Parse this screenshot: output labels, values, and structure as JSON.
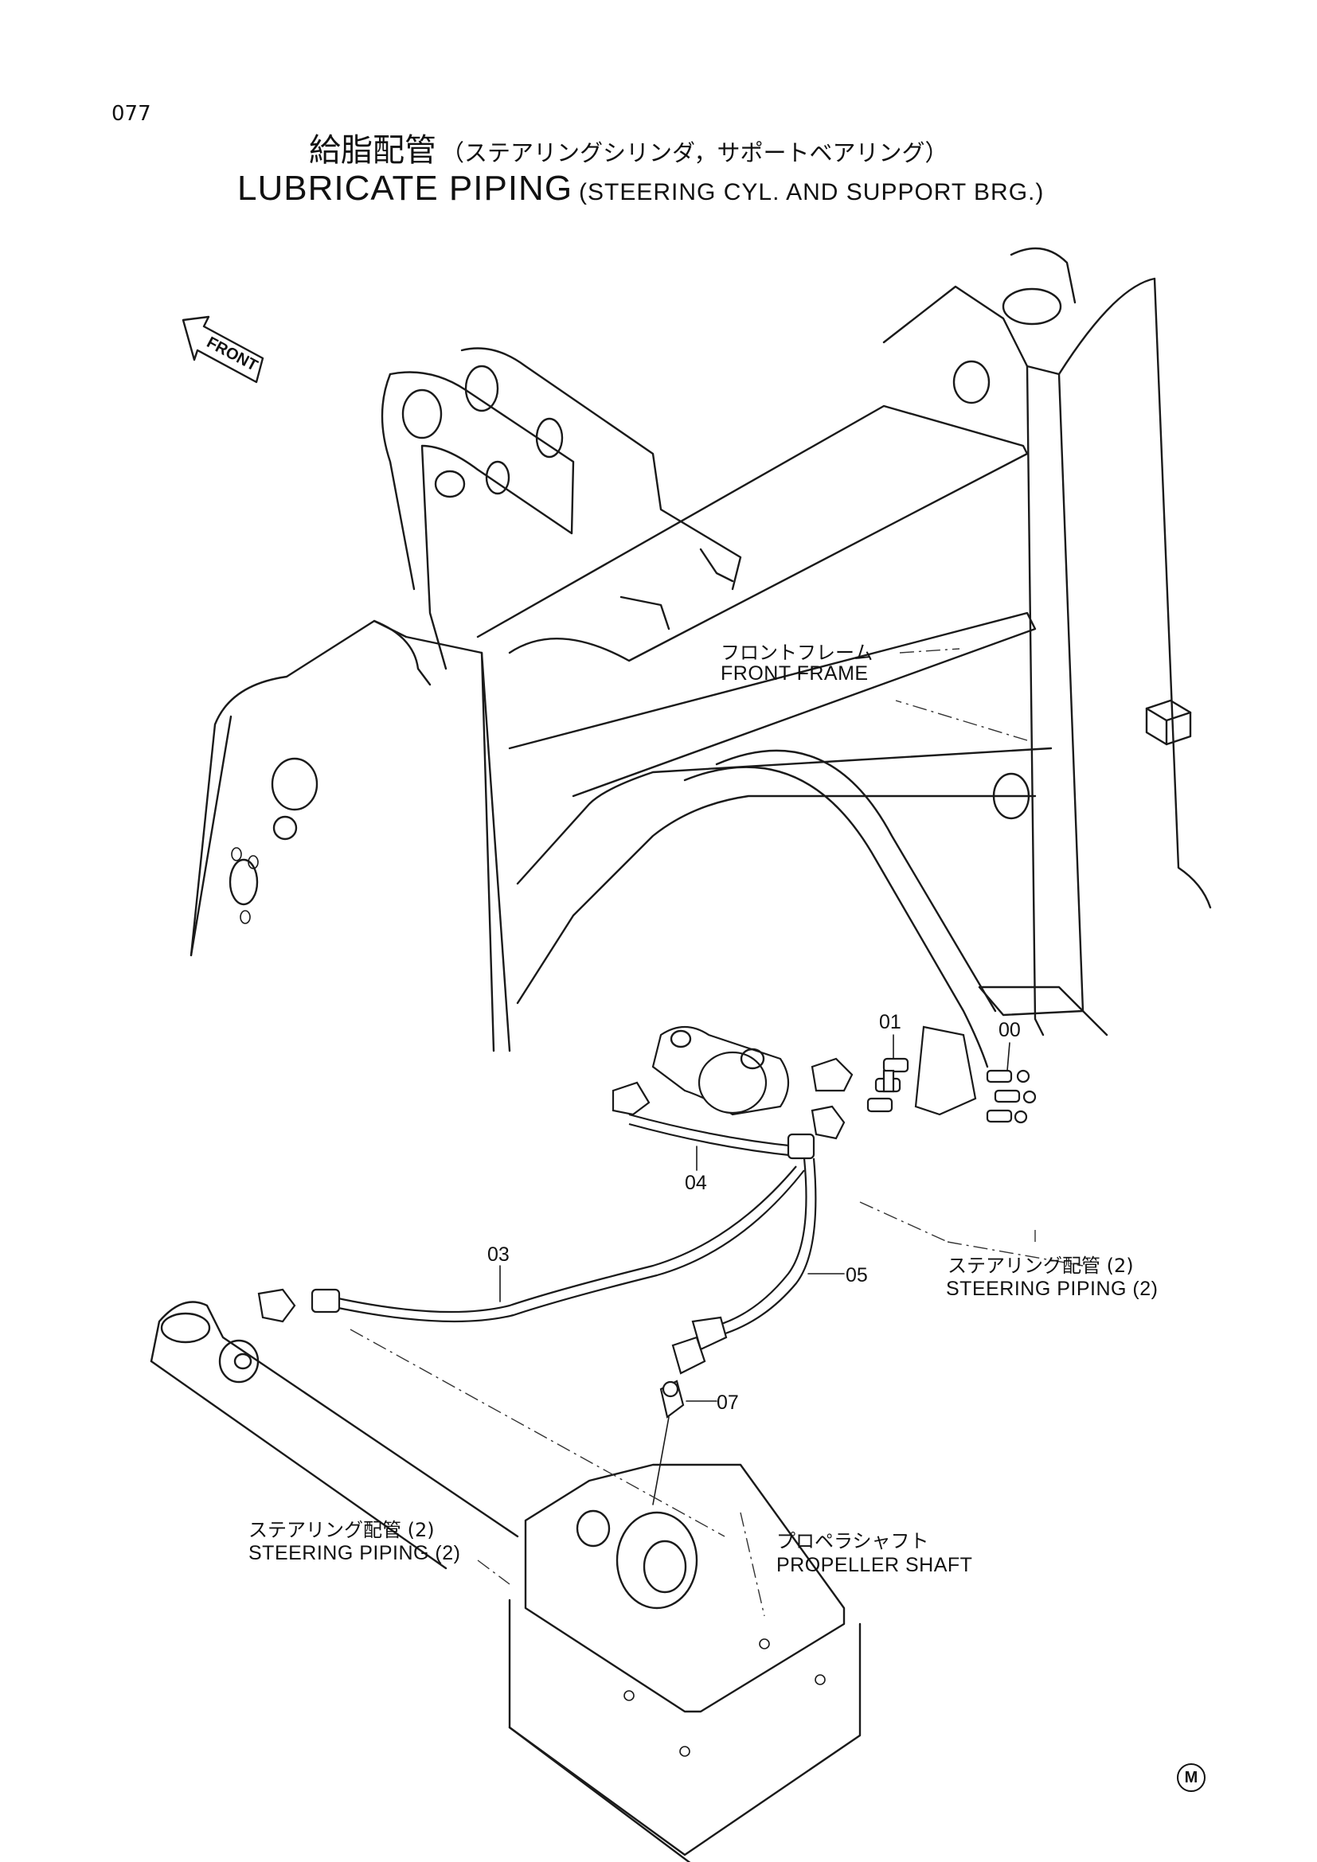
{
  "page": {
    "number": "077",
    "title_jp": "給脂配管",
    "title_jp_sub": "（ステアリングシリンダ，サポートベアリング）",
    "title_en": "LUBRICATE PIPING",
    "title_en_sub": "(STEERING CYL. AND SUPPORT BRG.)"
  },
  "front_arrow": {
    "label": "FRONT"
  },
  "labels": {
    "front_frame_jp": "フロントフレーム",
    "front_frame_en": "FRONT FRAME",
    "steering_piping_right_jp": "ステアリング配管 (2)",
    "steering_piping_right_en": "STEERING PIPING (2)",
    "steering_piping_left_jp": "ステアリング配管 (2)",
    "steering_piping_left_en": "STEERING PIPING (2)",
    "propeller_shaft_jp": "プロペラシャフト",
    "propeller_shaft_en": "PROPELLER SHAFT"
  },
  "parts": [
    "00",
    "01",
    "03",
    "04",
    "05",
    "07"
  ],
  "mark": "M"
}
